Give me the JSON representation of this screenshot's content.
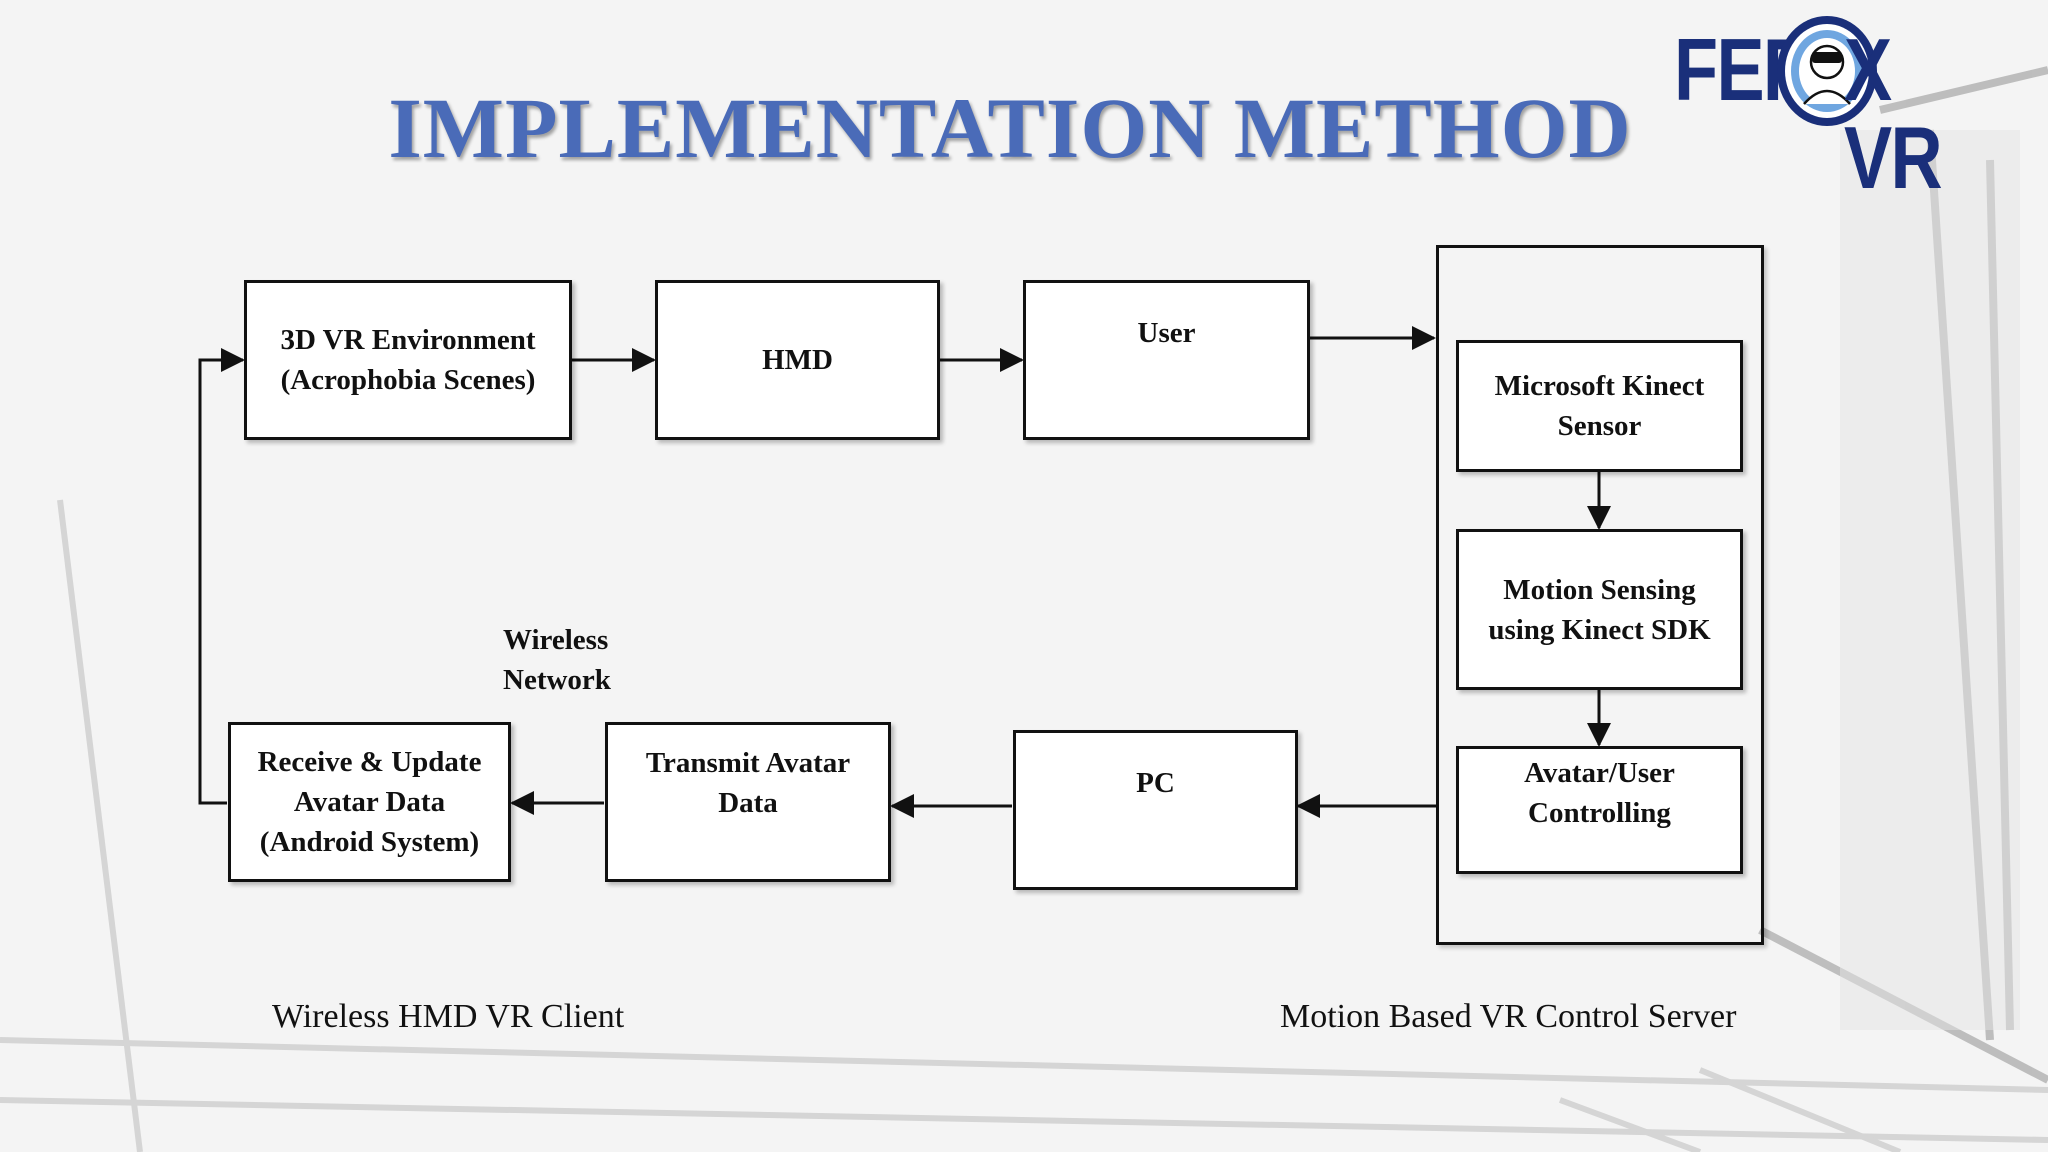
{
  "slide": {
    "title": "IMPLEMENTATION METHOD",
    "title_color": "#4a6bb8"
  },
  "logo": {
    "text_left": "FER",
    "text_right": "X VR",
    "color": "#1a2f7a",
    "icon": "vr-headset-person-icon"
  },
  "diagram": {
    "nodes": {
      "vr_env": "3D VR Environment\n(Acrophobia Scenes)",
      "hmd": "HMD",
      "user": "User",
      "kinect": "Microsoft Kinect\nSensor",
      "motion": "Motion Sensing\nusing Kinect SDK",
      "avatar_ctrl": "Avatar/User\nControlling",
      "pc": "PC",
      "transmit": "Transmit Avatar\nData",
      "receive": "Receive & Update\nAvatar Data\n(Android System)"
    },
    "wireless_label": "Wireless\nNetwork",
    "client_caption": "Wireless HMD VR Client",
    "server_caption": "Motion Based VR Control Server",
    "edges": [
      [
        "vr_env",
        "hmd"
      ],
      [
        "hmd",
        "user"
      ],
      [
        "user",
        "server_group"
      ],
      [
        "kinect",
        "motion"
      ],
      [
        "motion",
        "avatar_ctrl"
      ],
      [
        "server_group",
        "pc"
      ],
      [
        "pc",
        "transmit"
      ],
      [
        "transmit",
        "receive"
      ],
      [
        "receive",
        "vr_env"
      ]
    ]
  }
}
